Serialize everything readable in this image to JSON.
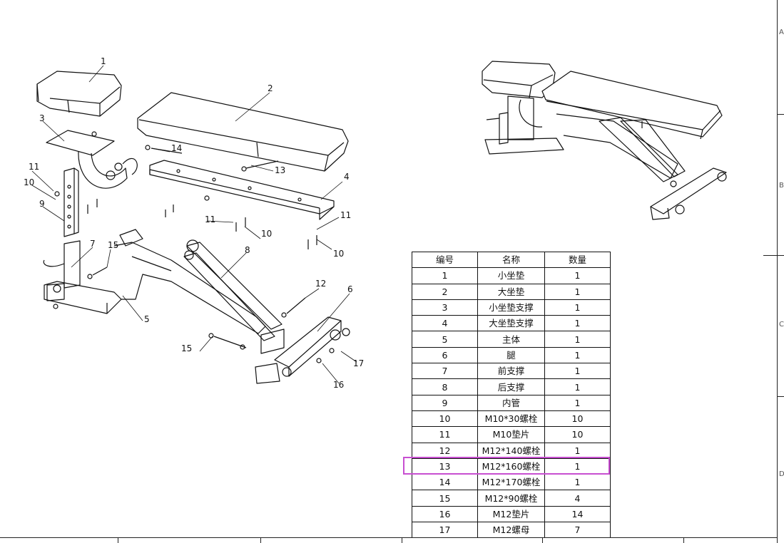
{
  "table": {
    "headers": [
      "编号",
      "名称",
      "数量"
    ],
    "rows": [
      [
        "1",
        "小坐垫",
        "1"
      ],
      [
        "2",
        "大坐垫",
        "1"
      ],
      [
        "3",
        "小坐垫支撑",
        "1"
      ],
      [
        "4",
        "大坐垫支撑",
        "1"
      ],
      [
        "5",
        "主体",
        "1"
      ],
      [
        "6",
        "腿",
        "1"
      ],
      [
        "7",
        "前支撑",
        "1"
      ],
      [
        "8",
        "后支撑",
        "1"
      ],
      [
        "9",
        "内管",
        "1"
      ],
      [
        "10",
        "M10*30螺栓",
        "10"
      ],
      [
        "11",
        "M10垫片",
        "10"
      ],
      [
        "12",
        "M12*140螺栓",
        "1"
      ],
      [
        "13",
        "M12*160螺栓",
        "1"
      ],
      [
        "14",
        "M12*170螺栓",
        "1"
      ],
      [
        "15",
        "M12*90螺栓",
        "4"
      ],
      [
        "16",
        "M12垫片",
        "14"
      ],
      [
        "17",
        "M12螺母",
        "7"
      ]
    ],
    "highlighted_row": "13"
  },
  "callouts": [
    "1",
    "2",
    "3",
    "4",
    "5",
    "6",
    "7",
    "8",
    "9",
    "10",
    "10",
    "10",
    "11",
    "11",
    "11",
    "12",
    "13",
    "14",
    "15",
    "15",
    "16",
    "17"
  ],
  "border_zone_labels": [
    "A",
    "B",
    "C",
    "D"
  ],
  "colors": {
    "line": "#111111",
    "highlight": "#c84fd1",
    "background": "#ffffff"
  }
}
